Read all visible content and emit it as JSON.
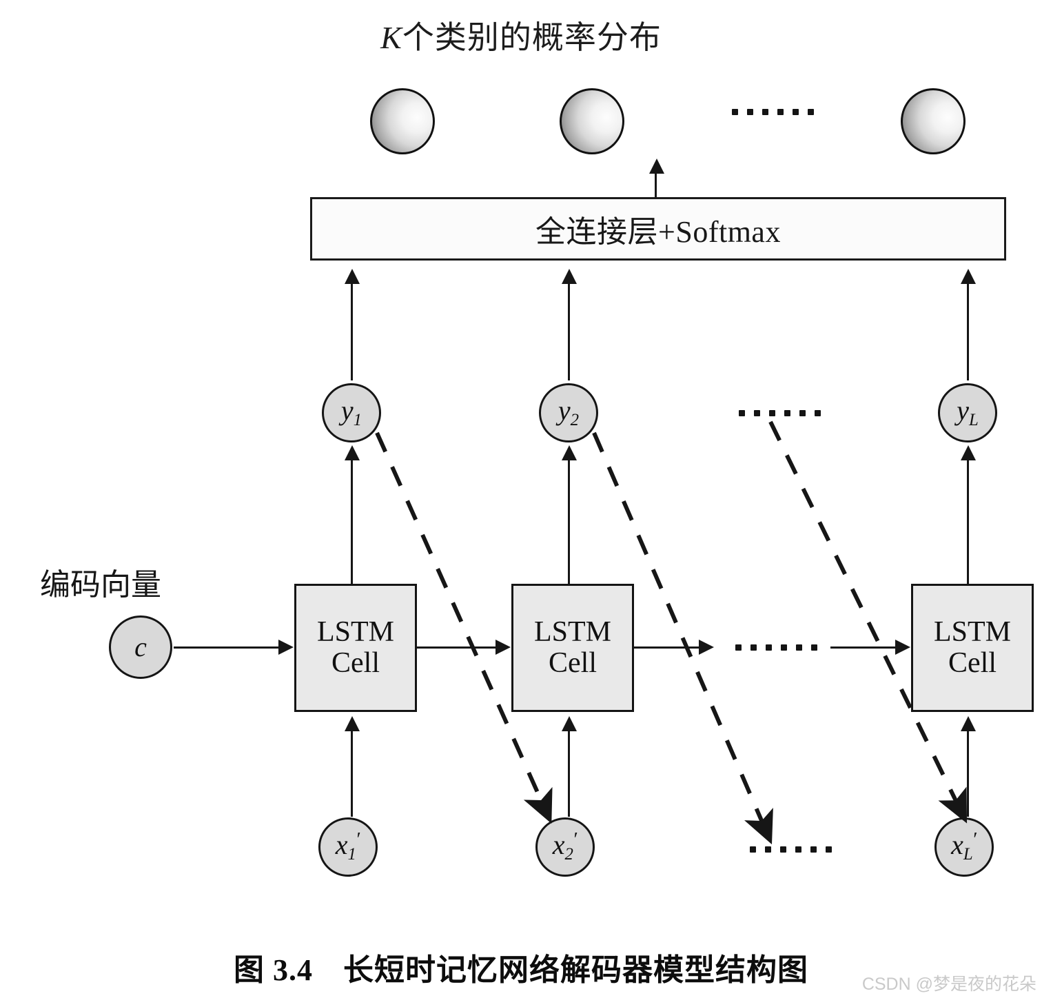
{
  "figure": {
    "title_italic": "K",
    "title_rest": "个类别的概率分布",
    "caption_number": "图 3.4",
    "caption_text": "长短时记忆网络解码器模型结构图",
    "watermark": "CSDN @梦是夜的花朵"
  },
  "dense_layer": {
    "label": "全连接层+Softmax"
  },
  "encoder": {
    "label": "编码向量",
    "node_symbol": "c"
  },
  "output_nodes": [
    {
      "name": "output-sphere-1"
    },
    {
      "name": "output-sphere-2"
    },
    {
      "name": "output-sphere-L"
    }
  ],
  "hidden_outputs": [
    {
      "base": "y",
      "sub": "1"
    },
    {
      "base": "y",
      "sub": "2"
    },
    {
      "base": "y",
      "sub": "L"
    }
  ],
  "cells": [
    {
      "line1": "LSTM",
      "line2": "Cell"
    },
    {
      "line1": "LSTM",
      "line2": "Cell"
    },
    {
      "line1": "LSTM",
      "line2": "Cell"
    }
  ],
  "inputs": [
    {
      "base": "x",
      "sub": "1",
      "prime": "′"
    },
    {
      "base": "x",
      "sub": "2",
      "prime": "′"
    },
    {
      "base": "x",
      "sub": "L",
      "prime": "′"
    }
  ],
  "ellipses": {
    "top_row": "……",
    "y_row": "……",
    "cell_row": "……",
    "x_row": "……"
  },
  "colors": {
    "stroke": "#161616",
    "node_fill": "#d9d9d9",
    "cell_fill": "#e9e9e9",
    "box_fill": "#fbfbfb",
    "watermark": "#c9c9c9"
  }
}
